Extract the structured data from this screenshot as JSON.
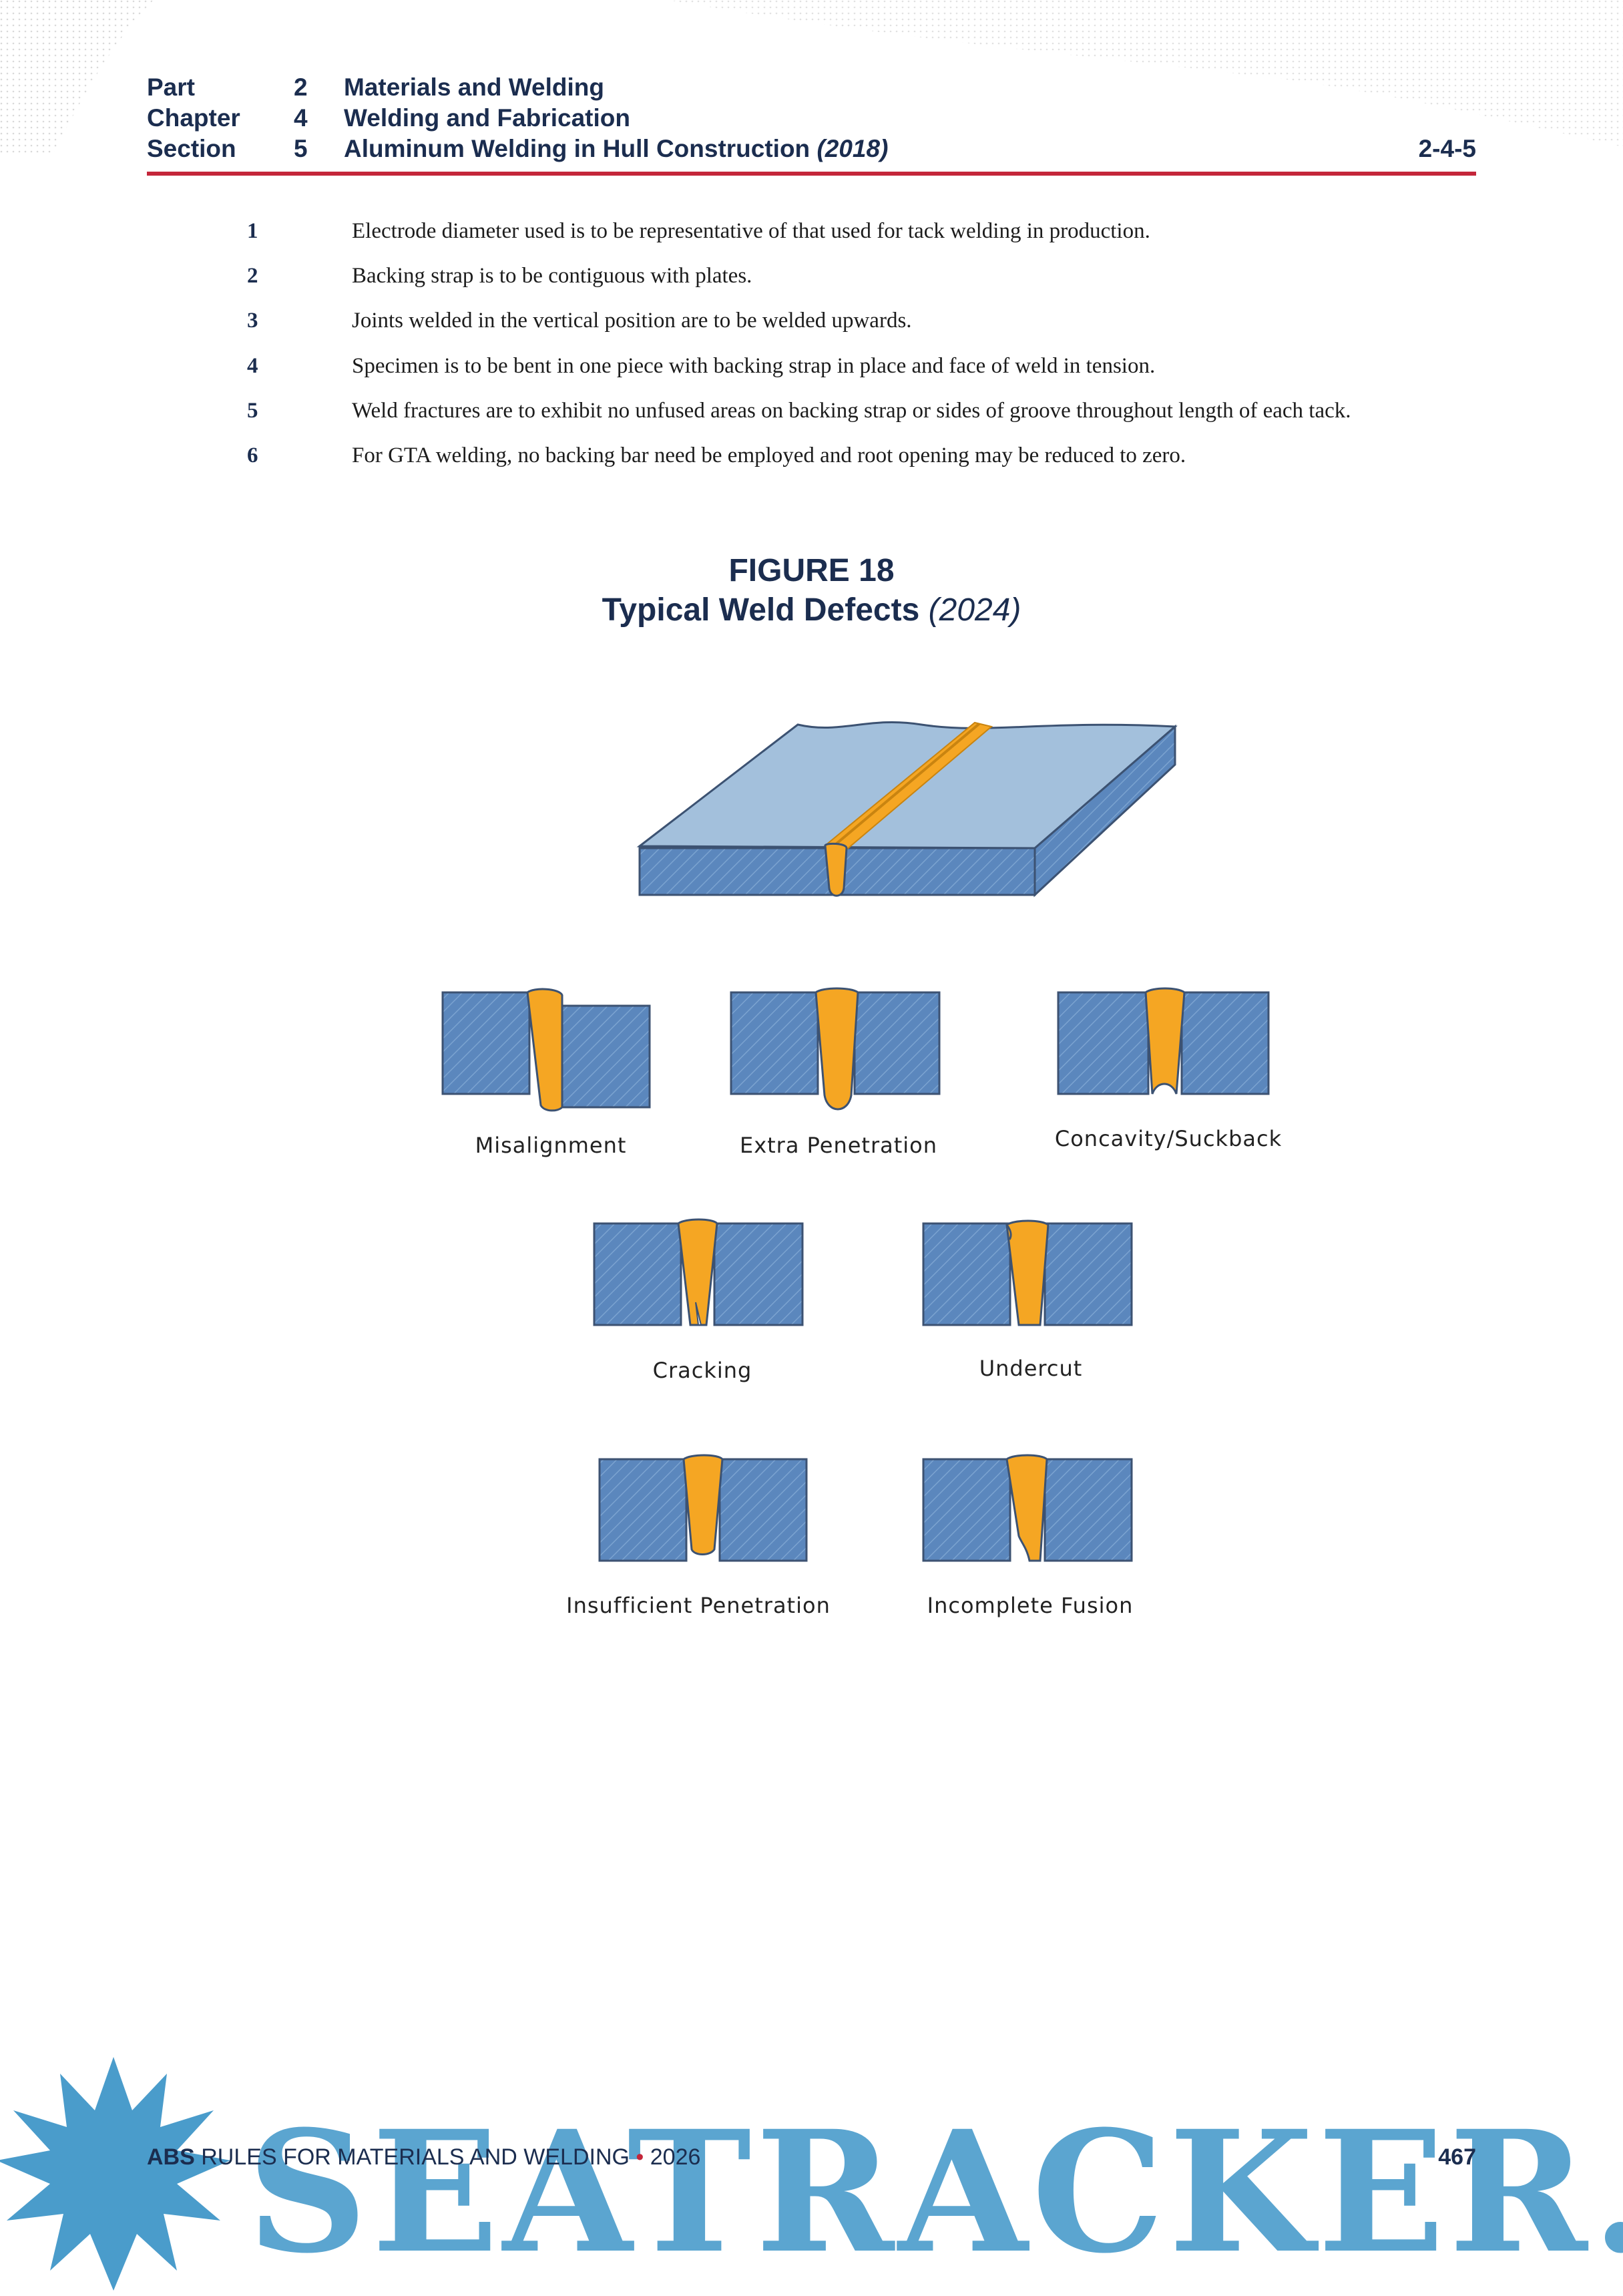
{
  "header": {
    "rows": [
      {
        "label": "Part",
        "num": "2",
        "title": "Materials and Welding"
      },
      {
        "label": "Chapter",
        "num": "4",
        "title": "Welding and Fabrication"
      },
      {
        "label": "Section",
        "num": "5",
        "title": "Aluminum Welding in Hull Construction",
        "title_year": "(2018)"
      }
    ],
    "reference": "2-4-5"
  },
  "notes": [
    {
      "num": "1",
      "text": "Electrode diameter used is to be representative of that used for tack welding in production."
    },
    {
      "num": "2",
      "text": "Backing strap is to be contiguous with plates."
    },
    {
      "num": "3",
      "text": "Joints welded in the vertical position are to be welded upwards."
    },
    {
      "num": "4",
      "text": "Specimen is to be bent in one piece with backing strap in place and face of weld in tension."
    },
    {
      "num": "5",
      "text": "Weld fractures are to exhibit no unfused areas on backing strap or sides of groove throughout length of each tack."
    },
    {
      "num": "6",
      "text": "For GTA welding, no backing bar need be employed and root opening may be reduced to zero."
    }
  ],
  "figure": {
    "title": "FIGURE 18",
    "subtitle": "Typical Weld Defects",
    "subtitle_year": "(2024)",
    "defects": [
      "Misalignment",
      "Extra Penetration",
      "Concavity/Suckback",
      "Cracking",
      "Undercut",
      "Insufficient Penetration",
      "Incomplete Fusion"
    ],
    "colors": {
      "plate": "#5b87bd",
      "plate_top": "#a3c0dc",
      "weld": "#f5a623",
      "outline": "#3c5272"
    }
  },
  "footer": {
    "brand": "ABS",
    "text": "RULES FOR MATERIALS AND WELDING",
    "separator": "•",
    "year": "2026",
    "page": "467"
  },
  "watermark": {
    "text": "SEATRACKER.RU",
    "color": "#4a9ccb"
  }
}
